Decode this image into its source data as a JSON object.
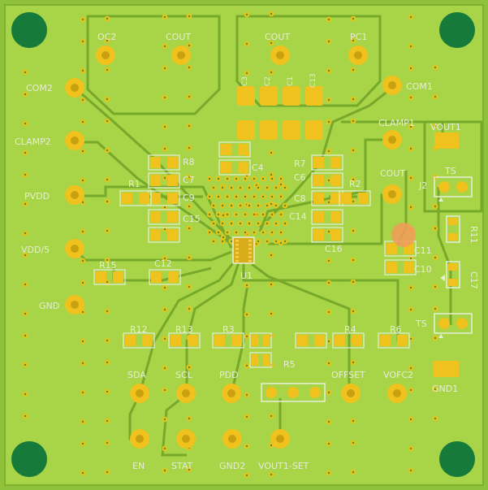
{
  "board": {
    "colors": {
      "background": "#ffffff",
      "substrate": "#8fc23a",
      "copper": "#a8d448",
      "trace": "#76a82a",
      "pad": "#f0c21e",
      "pad_dark": "#c9a010",
      "silk": "#e8eed8",
      "mount_hole": "#157a3a",
      "via_ring": "#e4c51c",
      "via_hole": "#5d8a22",
      "highlight": "#f39a5a"
    },
    "labels": {
      "oc2": "OC2",
      "cout_top_left": "COUT",
      "cout_top_right": "COUT",
      "pc1": "PC1",
      "com2": "COM2",
      "com1": "COM1",
      "clamp2": "CLAMP2",
      "clamp1": "CLAMP1",
      "vout1": "VOUT1",
      "pvdd": "PVDD",
      "vdd5": "VDD/5",
      "gnd": "GND",
      "r8": "R8",
      "c7": "C7",
      "r1": "R1",
      "c9": "C9",
      "c15": "C15",
      "r7": "R7",
      "c6": "C6",
      "c8": "C8",
      "r2": "R2",
      "c14": "C14",
      "c16": "C16",
      "c4": "C4",
      "r15": "R15",
      "c12": "C12",
      "u1": "U1",
      "cout_right": "COUT",
      "j2": "J2",
      "ts_top": "TS",
      "r11": "R11",
      "c17": "C17",
      "c11": "C11",
      "c10": "C10",
      "ts_bottom": "TS",
      "r12": "R12",
      "r13": "R13",
      "r3": "R3",
      "r4": "R4",
      "r6": "R6",
      "r5": "R5",
      "sda": "SDA",
      "scl": "SCL",
      "pdd": "PDD",
      "offset": "OFFSET",
      "vofc2": "VOFC2",
      "gnd1": "GND1",
      "en": "EN",
      "stat": "STAT",
      "gnd2": "GND2",
      "vout1_set": "VOUT1-SET",
      "c3": "C3",
      "c2": "C2",
      "c1": "C1",
      "c13": "C13"
    }
  }
}
